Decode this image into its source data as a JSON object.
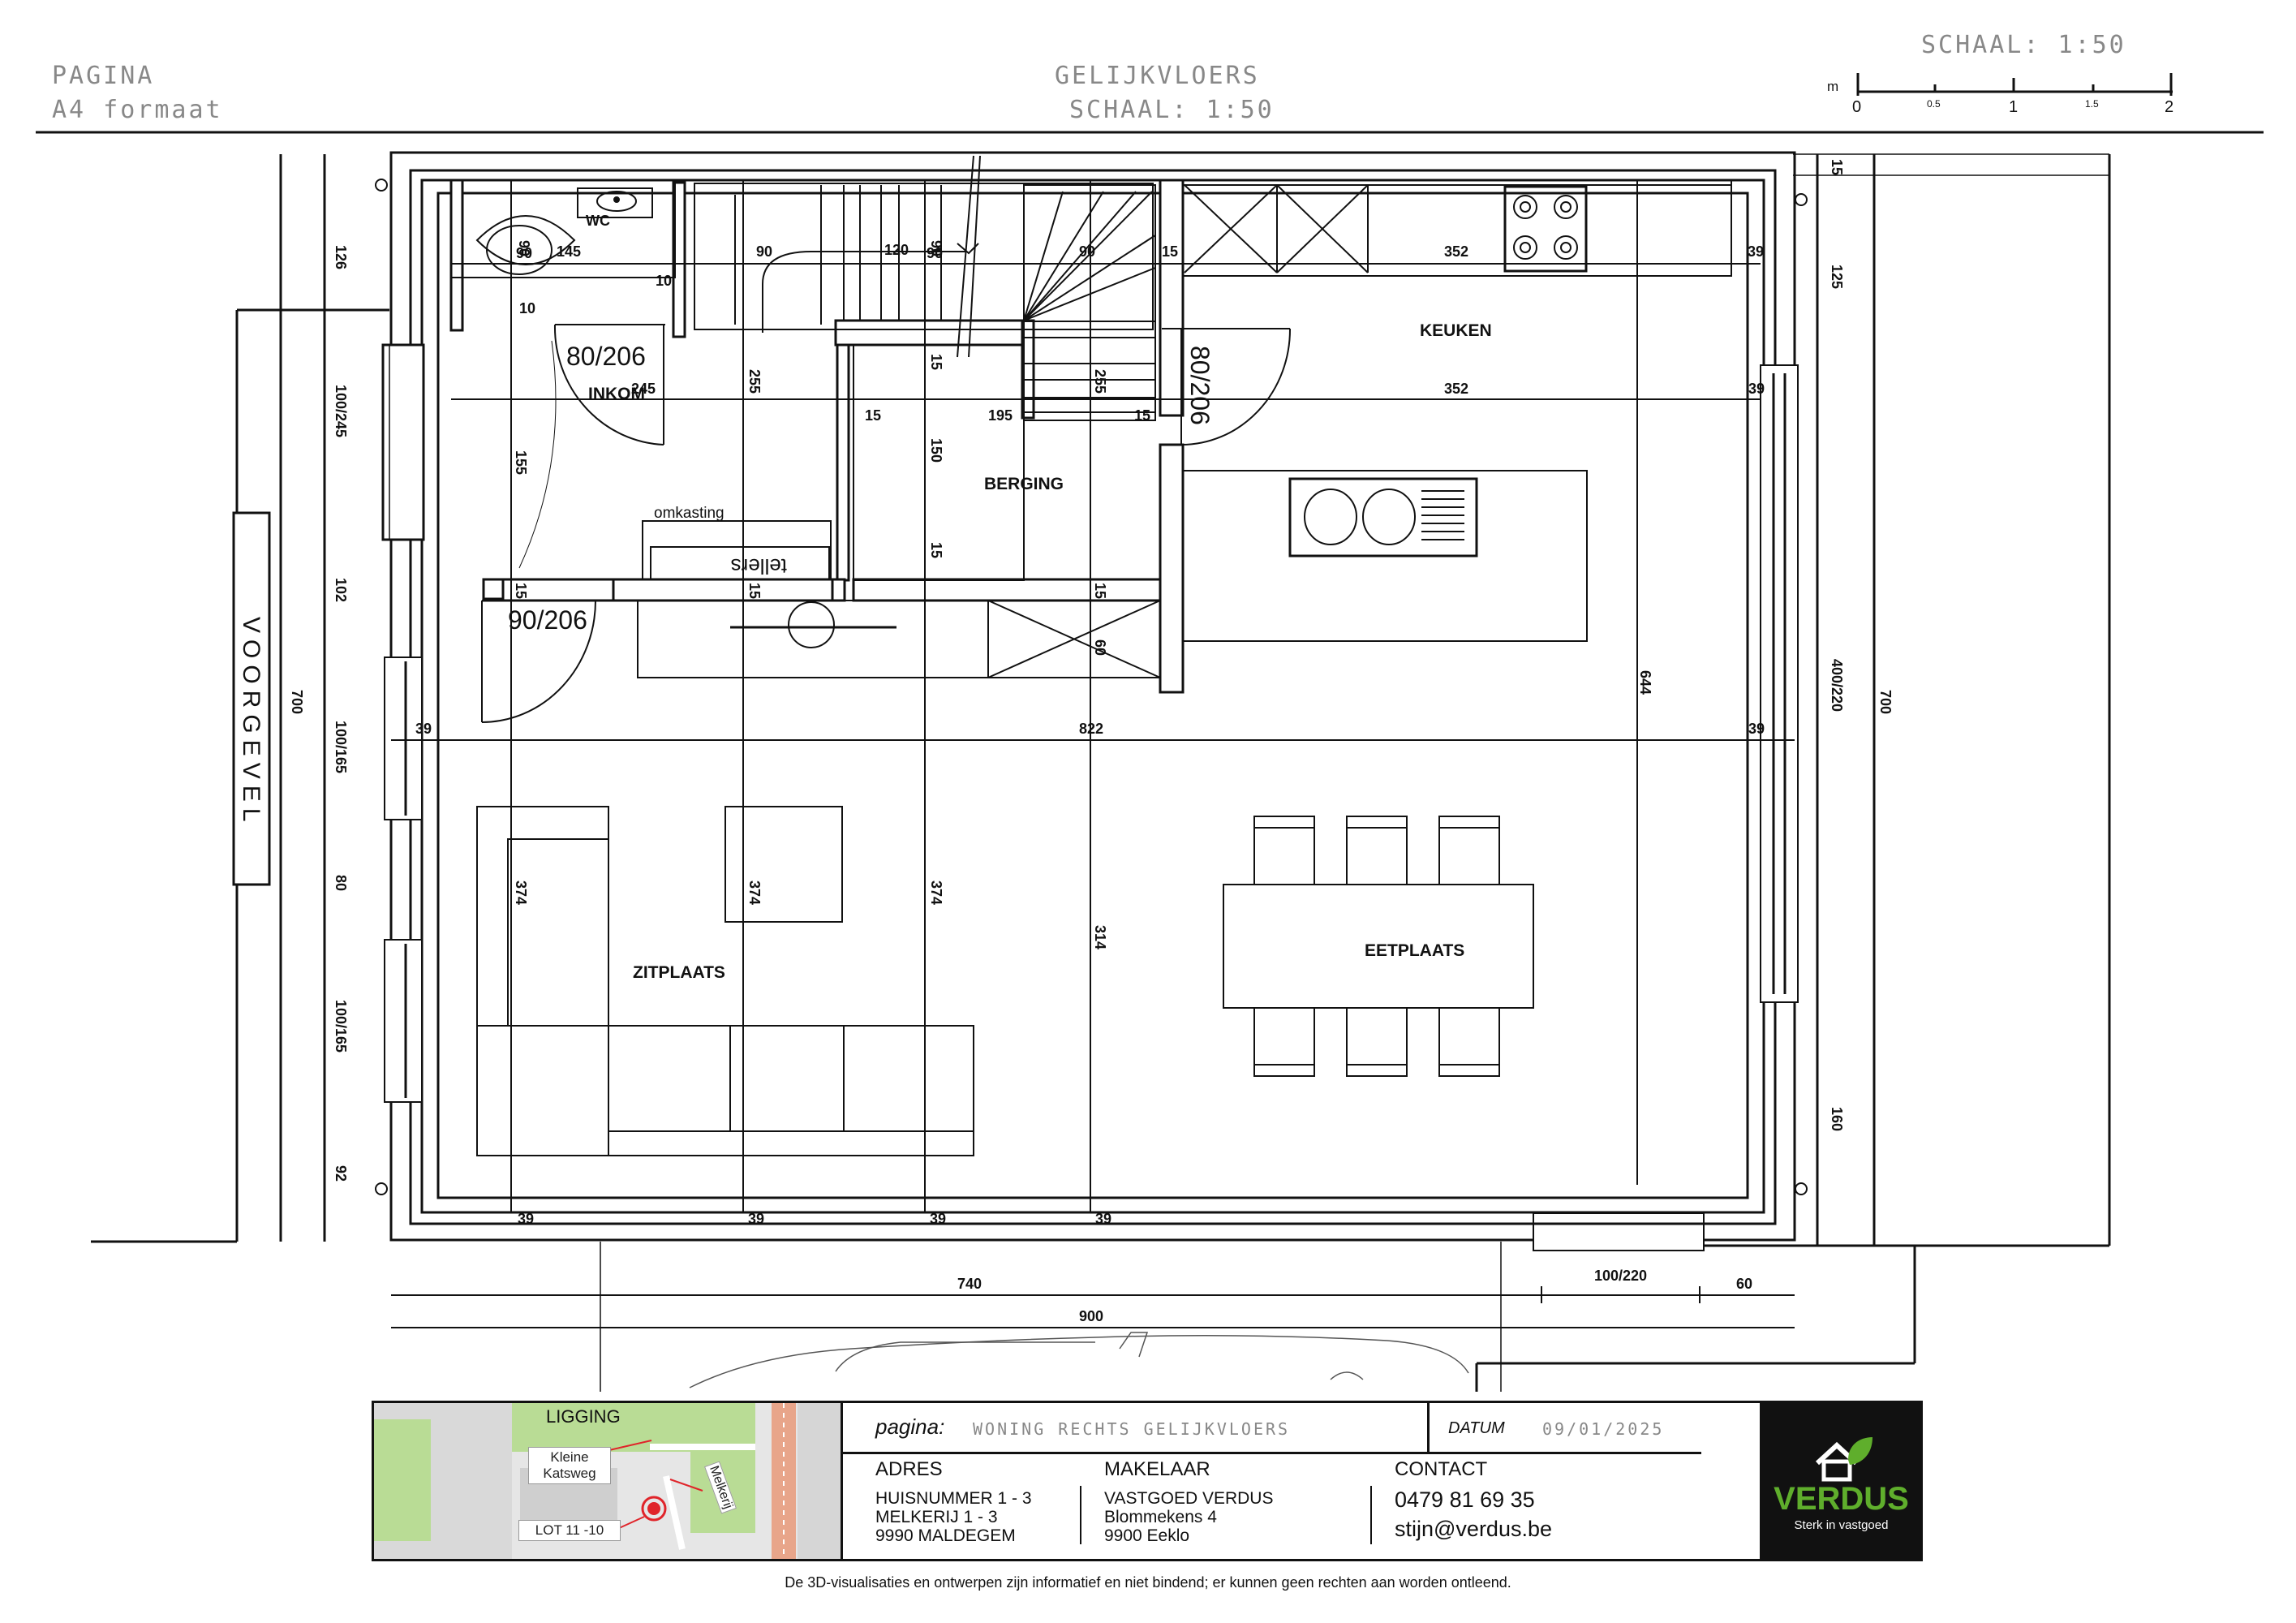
{
  "header": {
    "page_label": "PAGINA",
    "format_label": "A4 formaat",
    "plan_title": "GELIJKVLOERS",
    "plan_scale": "SCHAAL: 1:50",
    "scalebar": {
      "title": "SCHAAL: 1:50",
      "unit": "m",
      "ticks": [
        "0",
        "0.5",
        "1",
        "1.5",
        "2"
      ]
    }
  },
  "rooms": {
    "wc": "WC",
    "inkom": "INKOM",
    "berging": "BERGING",
    "keuken": "KEUKEN",
    "zitplaats": "ZITPLAATS",
    "eetplaats": "EETPLAATS",
    "omkasting": "omkasting",
    "tellers": "tellers",
    "voorgevel": "VOORGEVEL"
  },
  "doors": {
    "inkom_door": "80/206",
    "keuken_door": "80/206",
    "berging_door": "90/206"
  },
  "dimensions": {
    "d90a": "90",
    "d145": "145",
    "d10a": "10",
    "d10b": "10",
    "d90b": "90",
    "d120": "120",
    "d90c": "90",
    "d90d": "90",
    "d15a": "15",
    "d352a": "352",
    "d39a": "39",
    "d245": "245",
    "d255a": "255",
    "d15b": "15",
    "d15c": "15",
    "d195": "195",
    "d255b": "255",
    "d15d": "15",
    "d352b": "352",
    "d39b": "39",
    "d155": "155",
    "d150": "150",
    "d15e": "15",
    "d15f": "15",
    "d15g": "15",
    "d15h": "15",
    "d60": "60",
    "d644": "644",
    "d39c": "39",
    "d822": "822",
    "d39d": "39",
    "d374a": "374",
    "d374b": "374",
    "d374c": "374",
    "d314": "314",
    "d39e": "39",
    "d39f": "39",
    "d39g": "39",
    "d39h": "39",
    "d740": "740",
    "d100_220b": "100/220",
    "d60b": "60",
    "d900": "900",
    "l126": "126",
    "l100_245": "100/245",
    "l102": "102",
    "l700": "700",
    "l100_165a": "100/165",
    "l80": "80",
    "l100_165b": "100/165",
    "l92": "92",
    "r15": "15",
    "r125": "125",
    "r400_220": "400/220",
    "r700": "700",
    "r160": "160"
  },
  "titleblock": {
    "ligging": "LIGGING",
    "map_label_street": "Kleine Katsweg",
    "map_label_melkerij": "Melkerij",
    "map_label_lot": "LOT 11 -10",
    "pagina_label": "pagina:",
    "pagina_value": "WONING RECHTS GELIJKVLOERS",
    "datum_label": "DATUM",
    "datum_value": "09/01/2025",
    "adres_head": "ADRES",
    "adres_lines": [
      "HUISNUMMER  1 - 3",
      "MELKERIJ 1 - 3",
      "9990 MALDEGEM"
    ],
    "makelaar_head": "MAKELAAR",
    "makelaar_lines": [
      "VASTGOED VERDUS",
      "Blommekens 4",
      "9900 Eeklo"
    ],
    "contact_head": "CONTACT",
    "contact_phone": "0479 81 69 35",
    "contact_email": "stijn@verdus.be",
    "logo_name": "VERDUS",
    "logo_tagline": "Sterk in vastgoed"
  },
  "disclaimer": "De 3D-visualisaties en ontwerpen zijn informatief en niet bindend; er kunnen geen rechten aan worden ontleend.",
  "colors": {
    "logo_green": "#5fae2c",
    "logo_bg": "#111111",
    "map_road": "#e8a58a",
    "map_green": "#b9dc95",
    "map_marker": "#e0242a"
  }
}
